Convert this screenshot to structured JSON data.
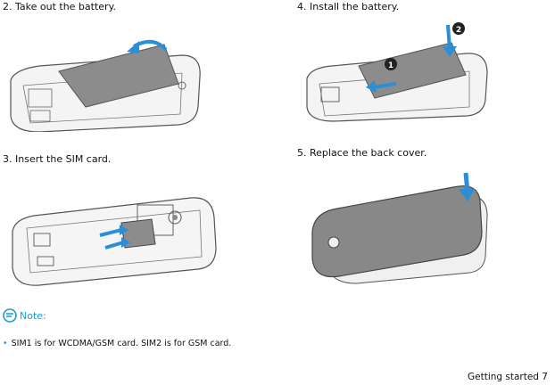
{
  "steps": [
    {
      "label": "2. Take out the battery."
    },
    {
      "label": "3. Insert the SIM card."
    },
    {
      "label": "4. Install the battery."
    },
    {
      "label": "5. Replace the back cover."
    }
  ],
  "markers": {
    "one": "1",
    "two": "2"
  },
  "note": {
    "title": "Note:",
    "icon": "note-icon",
    "accent": "#1d9bd4"
  },
  "bullet": {
    "text": "SIM1 is for WCDMA/GSM card. SIM2 is for GSM card."
  },
  "footer": {
    "label": "Getting  started  7"
  }
}
